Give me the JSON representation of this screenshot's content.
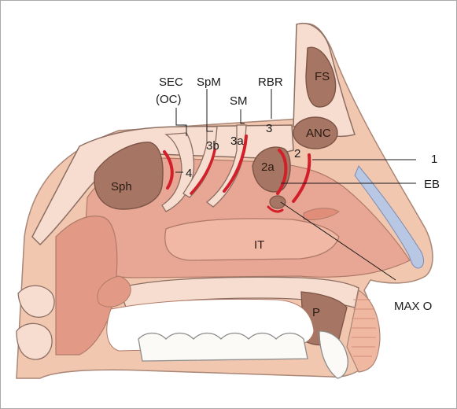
{
  "labels": {
    "SEC": "SEC",
    "OC": "(OC)",
    "SpM": "SpM",
    "SM": "SM",
    "RBR": "RBR",
    "FS": "FS",
    "ANC": "ANC",
    "num1": "1",
    "num2": "2",
    "num2a": "2a",
    "num3": "3",
    "num3a": "3a",
    "num3b": "3b",
    "num4": "4",
    "EB": "EB",
    "Sph": "Sph",
    "IT": "IT",
    "MAXO": "MAX O",
    "P": "P"
  },
  "colors": {
    "skin": "#f2c7b0",
    "mucosa": "#e8a795",
    "bone": "#f7ddd0",
    "sinus": "#a67563",
    "sinus_dark": "#8a5e4e",
    "ostium_red": "#d21f2a",
    "cartilage_blue": "#b8c7e4",
    "outline": "#8c6e62",
    "tooth": "#fbfaf6"
  }
}
